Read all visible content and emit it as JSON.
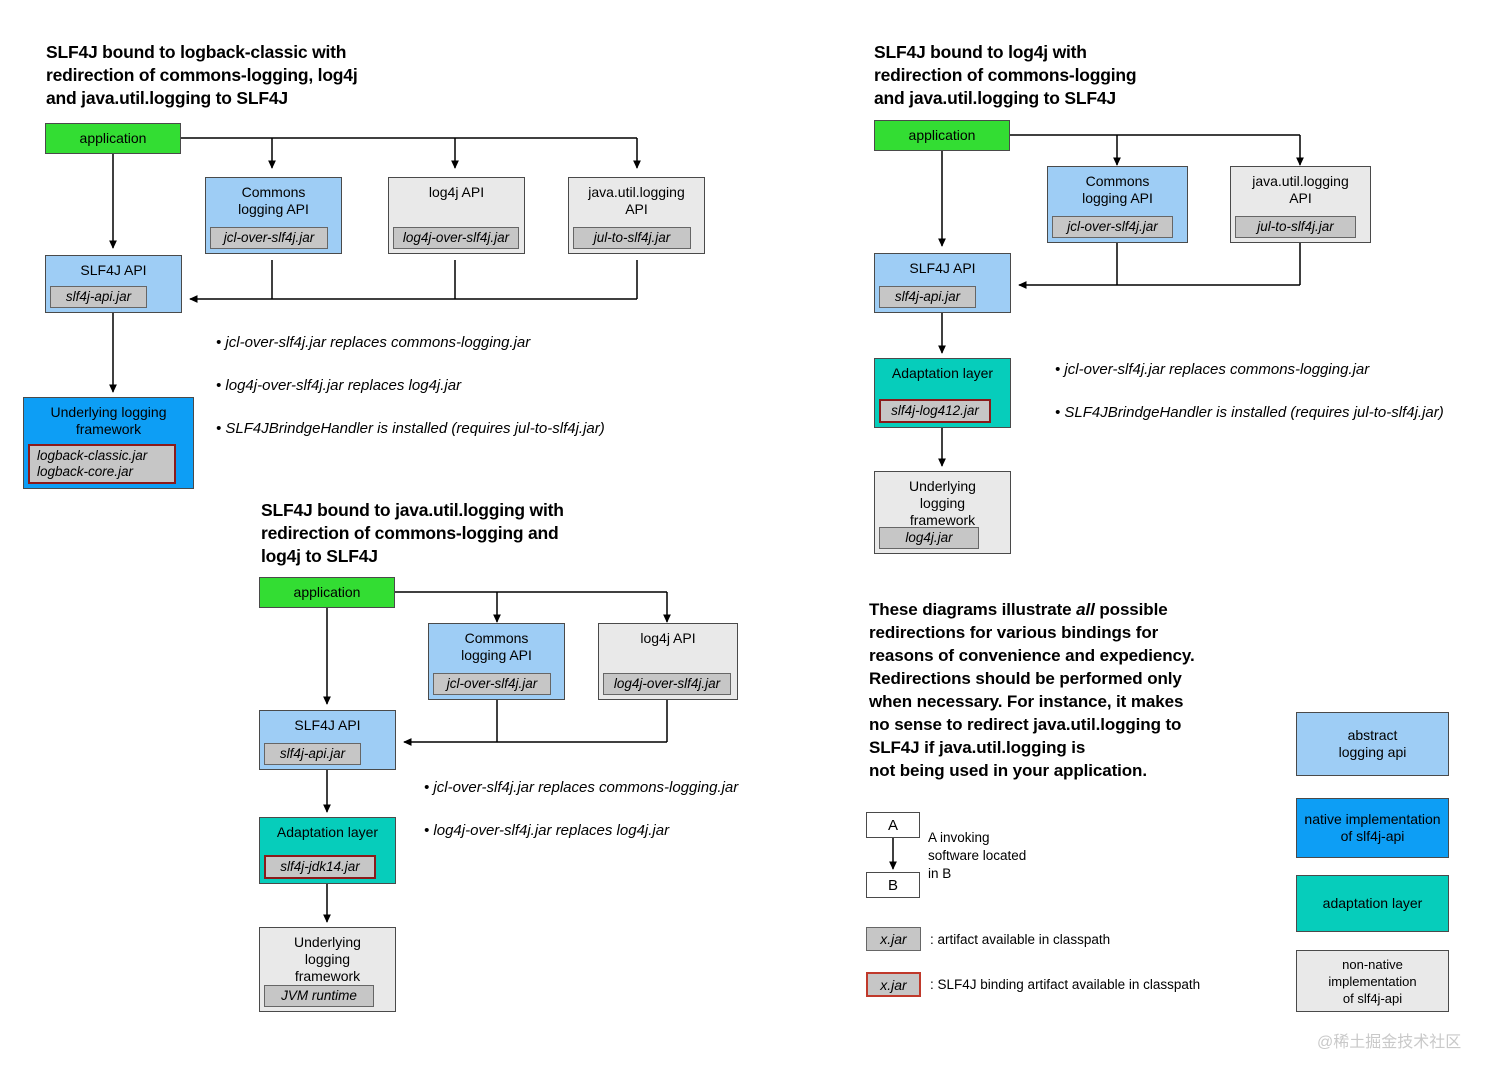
{
  "diagrams": [
    {
      "id": "logback",
      "title": "SLF4J bound to logback-classic with\nredirection of commons-logging, log4j\nand java.util.logging to SLF4J",
      "nodes": {
        "application": "application",
        "commons": "Commons\nlogging API",
        "commons_jar": "jcl-over-slf4j.jar",
        "log4japi": "log4j API",
        "log4japi_jar": "log4j-over-slf4j.jar",
        "jul": "java.util.logging\nAPI",
        "jul_jar": "jul-to-slf4j.jar",
        "slf4japi": "SLF4J API",
        "slf4japi_jar": "slf4j-api.jar",
        "underlying": "Underlying logging\nframework",
        "underlying_jar": "logback-classic.jar\nlogback-core.jar"
      },
      "notes": [
        "• jcl-over-slf4j.jar replaces commons-logging.jar",
        "• log4j-over-slf4j.jar replaces log4j.jar",
        "• SLF4JBrindgeHandler is installed (requires jul-to-slf4j.jar)"
      ]
    },
    {
      "id": "log4j",
      "title": "SLF4J bound to log4j with\nredirection of commons-logging\nand java.util.logging to SLF4J",
      "nodes": {
        "application": "application",
        "commons": "Commons\nlogging API",
        "commons_jar": "jcl-over-slf4j.jar",
        "jul": "java.util.logging\nAPI",
        "jul_jar": "jul-to-slf4j.jar",
        "slf4japi": "SLF4J API",
        "slf4japi_jar": "slf4j-api.jar",
        "adaptation": "Adaptation layer",
        "adaptation_jar": "slf4j-log412.jar",
        "underlying": "Underlying\nlogging\nframework",
        "underlying_jar": "log4j.jar"
      },
      "notes": [
        "• jcl-over-slf4j.jar replaces commons-logging.jar",
        "• SLF4JBrindgeHandler is installed (requires jul-to-slf4j.jar)"
      ]
    },
    {
      "id": "jul",
      "title": "SLF4J bound to java.util.logging with\nredirection of commons-logging and\nlog4j to SLF4J",
      "nodes": {
        "application": "application",
        "commons": "Commons\nlogging API",
        "commons_jar": "jcl-over-slf4j.jar",
        "log4japi": "log4j API",
        "log4japi_jar": "log4j-over-slf4j.jar",
        "slf4japi": "SLF4J API",
        "slf4japi_jar": "slf4j-api.jar",
        "adaptation": "Adaptation layer",
        "adaptation_jar": "slf4j-jdk14.jar",
        "underlying": "Underlying\nlogging\nframework",
        "underlying_jar": "JVM runtime"
      },
      "notes": [
        "• jcl-over-slf4j.jar replaces commons-logging.jar",
        "• log4j-over-slf4j.jar replaces log4j.jar"
      ]
    }
  ],
  "paragraph": {
    "part1": "These diagrams illustrate ",
    "emph": "all",
    "part2": " possible\nredirections for various bindings for\nreasons of convenience and expediency.\nRedirections should be performed only\nwhen necessary. For instance, it makes\nno sense to redirect java.util.logging to\nSLF4J if java.util.logging is\nnot being used in your application."
  },
  "legend": {
    "arrow": {
      "a_label": "A",
      "b_label": "B",
      "caption": "A invoking\nsoftware located\nin B"
    },
    "jar_plain": {
      "label": "x.jar",
      "caption": ": artifact available in classpath"
    },
    "jar_binding": {
      "label": "x.jar",
      "caption": ": SLF4J binding artifact available in classpath"
    },
    "colors": [
      {
        "label": "abstract\nlogging api",
        "color": "#9ecdf5"
      },
      {
        "label": "native implementation\nof slf4j-api",
        "color": "#0d9ef5"
      },
      {
        "label": "adaptation layer",
        "color": "#06cdbb"
      },
      {
        "label": "non-native implementation\nof slf4j-api",
        "color": "#e9e9e9"
      }
    ]
  },
  "watermark": "@稀土掘金技术社区"
}
